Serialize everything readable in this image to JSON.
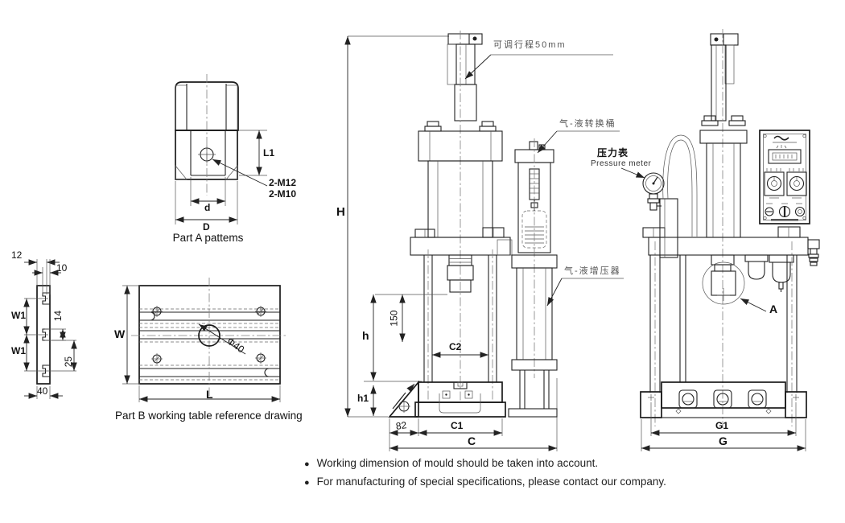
{
  "colors": {
    "background": "#ffffff",
    "ink": "#222222",
    "annotation": "#555555"
  },
  "profile_view": {
    "dims": {
      "d12": "12",
      "d10": "10",
      "w1_upper": "W1",
      "d14": "14",
      "w1_lower": "W1",
      "d25": "25",
      "d40": "40"
    }
  },
  "part_a": {
    "caption": "Part A pattems",
    "dims": {
      "l1": "L1",
      "d": "d",
      "D": "D"
    },
    "thread_note_line1": "2-M12",
    "thread_note_line2": "2-M10"
  },
  "part_b": {
    "caption": "Part B working table reference drawing",
    "dims": {
      "w": "W",
      "l": "L",
      "hole": "Φ40"
    }
  },
  "front_view": {
    "annotations": {
      "stroke": "可调行程50mm",
      "tank": "气-液转换桶",
      "booster": "气-液增压器"
    },
    "dims": {
      "H": "H",
      "h": "h",
      "h1": "h1",
      "d150": "150",
      "c2": "C2",
      "c1": "C1",
      "c": "C",
      "d82": "82"
    }
  },
  "side_view": {
    "annotations": {
      "gauge_cn": "压力表",
      "gauge_en": "Pressure meter",
      "detail": "A"
    },
    "dims": {
      "g1": "G1",
      "g": "G"
    }
  },
  "notes": [
    {
      "bullet": "●",
      "text": "Working dimension of mould should be taken into account."
    },
    {
      "bullet": "●",
      "text": "For manufacturing of special specifications, please contact our company."
    }
  ]
}
